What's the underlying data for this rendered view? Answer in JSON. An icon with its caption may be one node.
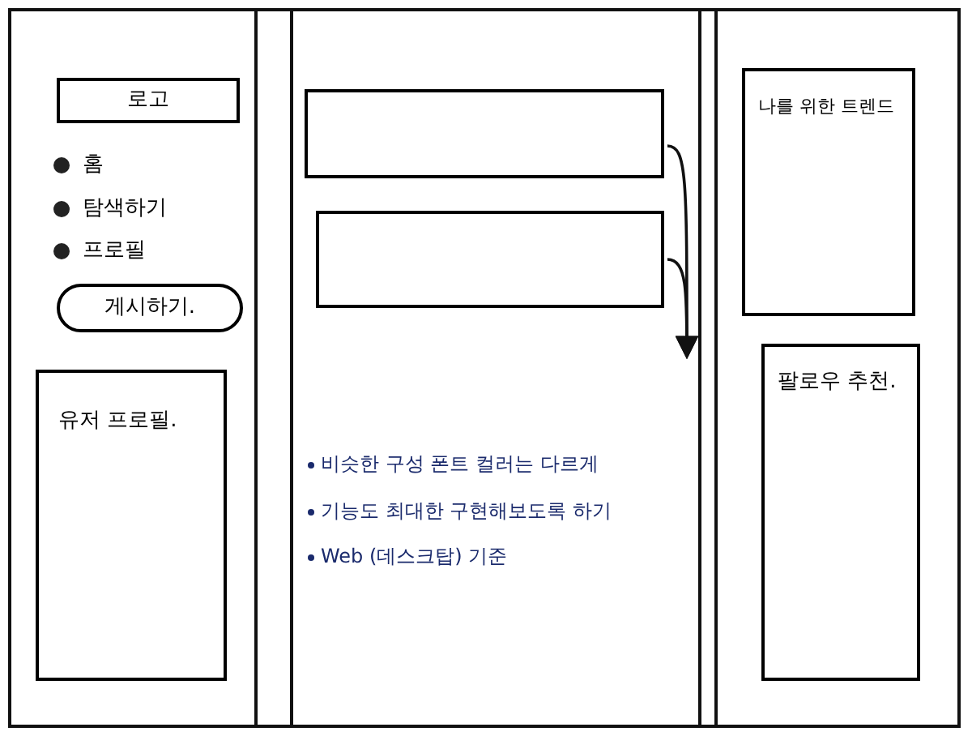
{
  "diagram": {
    "nodes": [
      {
        "text": [
          "로고"
        ]
      },
      {
        "text": [
          "게시하기."
        ]
      },
      {
        "text": [
          "유저 프로필."
        ]
      },
      {
        "text": [],
        "shape": "box"
      },
      {
        "text": [],
        "shape": "box"
      },
      {
        "text": [
          "나를 위한 트렌드"
        ]
      },
      {
        "text": [
          "팔로우 추천."
        ]
      }
    ],
    "edges": [
      {
        "from": 3,
        "to": null,
        "arrow": "to"
      },
      {
        "from": 4,
        "to": null,
        "arrow": "to"
      }
    ],
    "labels": [
      "홈",
      "탐색하기",
      "프로필",
      "비슷한 구성 폰트 컬러는 다르게",
      "기능도 최대한 구현해보도록 하기",
      "Web (데스크탑) 기준"
    ]
  }
}
